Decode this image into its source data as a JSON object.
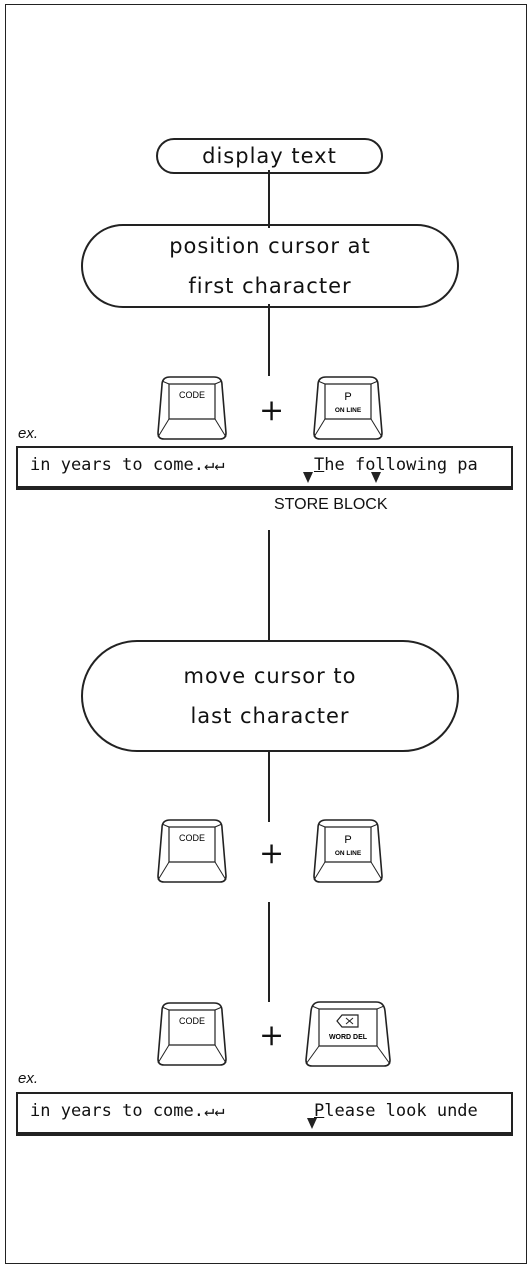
{
  "steps": {
    "display_text": "display text",
    "position_cursor_line1": "position cursor at",
    "position_cursor_line2": "first character",
    "move_cursor_line1": "move cursor to",
    "move_cursor_line2": "last character"
  },
  "keys": {
    "code": "CODE",
    "p": "P",
    "on_line": "ON LINE",
    "word_del": "WORD DEL",
    "plus": "+"
  },
  "examples": {
    "label": "ex.",
    "screen1_left": "in years to come.↵↵",
    "screen1_first": "T",
    "screen1_rest": "he following pa",
    "caption": "STORE BLOCK",
    "screen2_left": "in years to come.↵↵",
    "screen2_first": "P",
    "screen2_rest": "lease look unde"
  }
}
